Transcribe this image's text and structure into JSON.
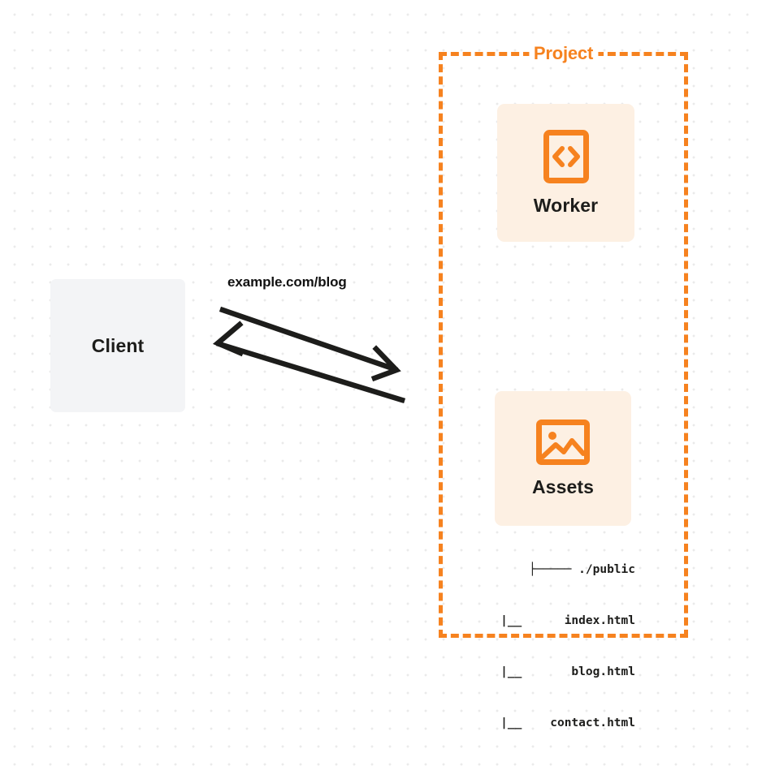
{
  "diagram": {
    "title": "Client request routed to Project with Worker and Assets",
    "colors": {
      "accent_orange": "#f6821f",
      "card_background": "#fdf0e3",
      "client_background": "#f3f4f6",
      "text_dark": "#1d1d1b",
      "canvas_background": "#ffffff",
      "dot_grid": "#eaeaea"
    }
  },
  "client": {
    "label": "Client"
  },
  "connection": {
    "label": "example.com/blog",
    "request_direction": "client-to-project",
    "response_direction": "project-to-client"
  },
  "project": {
    "title": "Project",
    "border_style": "dashed",
    "services": [
      {
        "id": "worker",
        "label": "Worker",
        "icon": "code-brackets-icon"
      },
      {
        "id": "assets",
        "label": "Assets",
        "icon": "image-icon"
      }
    ],
    "file_tree": [
      {
        "branch": "├─────",
        "name": "./public"
      },
      {
        "branch": "|__",
        "name": "index.html"
      },
      {
        "branch": "|__",
        "name": "blog.html"
      },
      {
        "branch": "|__",
        "name": "contact.html"
      }
    ]
  }
}
